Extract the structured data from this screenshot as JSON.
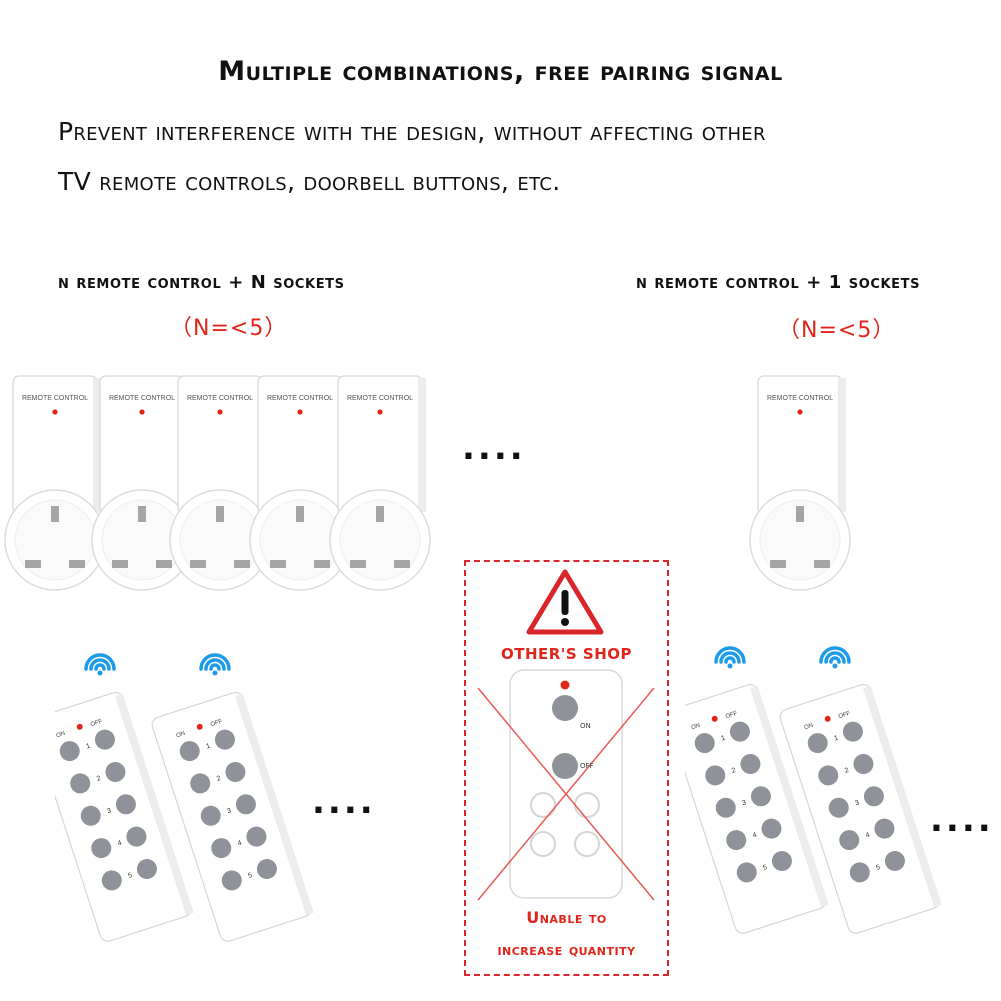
{
  "headline": "Multiple combinations, free pairing signal",
  "subtitle_line1": "Prevent interference with the design, without affecting other",
  "subtitle_line2": "TV remote controls, doorbell buttons, etc.",
  "left_group": {
    "label": "n remote control + N sockets",
    "limit": "（N=<5）",
    "socket_label": "REMOTE CONTROL",
    "more_dots": "....",
    "remote_more_dots": "...."
  },
  "right_group": {
    "label": "n remote control + 1 sockets",
    "limit": "（N=<5）",
    "socket_label": "REMOTE CONTROL",
    "remote_more_dots": "...."
  },
  "remote": {
    "on_label": "ON",
    "off_label": "OFF",
    "channels": [
      "1",
      "2",
      "3",
      "4",
      "5"
    ]
  },
  "other_shop": {
    "title": "OTHER'S SHOP",
    "on_label": "ON",
    "off_label": "OFF",
    "caption_line1": "Unable to",
    "caption_line2": "increase quantity"
  },
  "colors": {
    "accent_red": "#e1251b",
    "wifi_blue": "#1e9be8",
    "button_gray": "#8f9399",
    "device_white": "#ffffff"
  }
}
